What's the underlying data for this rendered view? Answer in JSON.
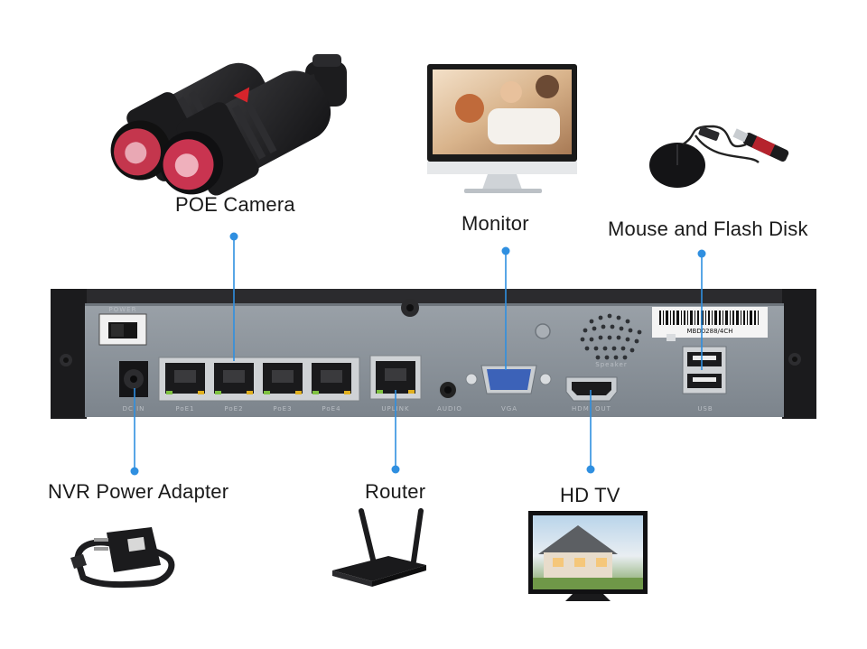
{
  "labels": {
    "poe_camera": "POE Camera",
    "monitor": "Monitor",
    "mouse_flash": "Mouse and Flash Disk",
    "nvr_power": "NVR Power Adapter",
    "router": "Router",
    "hdtv": "HD TV"
  },
  "panel": {
    "power_label": "POWER",
    "dcin_label": "DC IN",
    "poe_ports": [
      "PoE1",
      "PoE2",
      "PoE3",
      "PoE4"
    ],
    "uplink_label": "UPLINK",
    "audio_label": "AUDIO",
    "vga_label": "VGA",
    "hdmi_label": "HDMI OUT",
    "speaker_label": "Speaker",
    "usb_label": "USB",
    "barcode_text": "MBD0288/4CH"
  },
  "colors": {
    "connector": "#2f8fe0",
    "panel": "#8d959e",
    "chassis": "#1b1b1d"
  },
  "icons": {
    "camera": "security-camera-icon",
    "monitor": "monitor-icon",
    "mouse": "mouse-icon",
    "flash": "flash-disk-icon",
    "adapter": "power-adapter-icon",
    "router": "router-icon",
    "tv": "tv-icon"
  }
}
